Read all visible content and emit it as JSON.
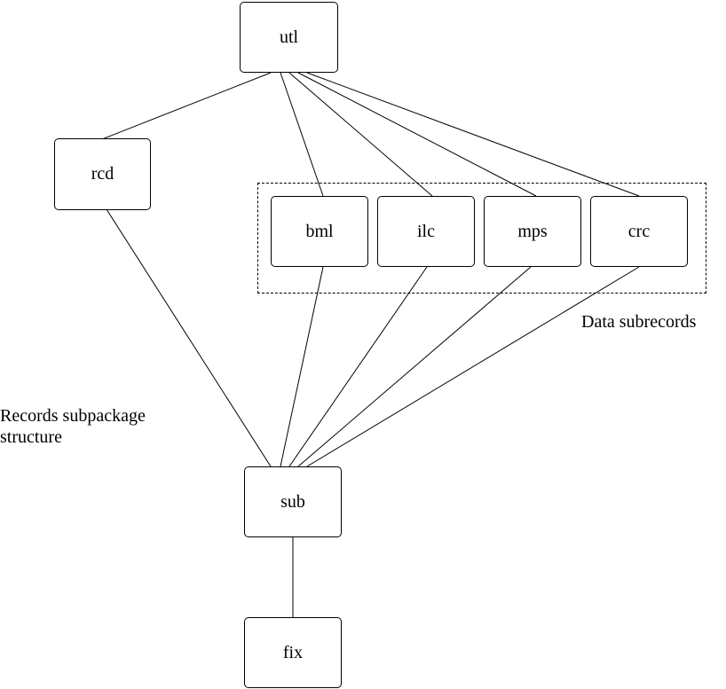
{
  "nodes": {
    "utl": "utl",
    "rcd": "rcd",
    "bml": "bml",
    "ilc": "ilc",
    "mps": "mps",
    "crc": "crc",
    "sub": "sub",
    "fix": "fix"
  },
  "labels": {
    "data_subrecords": "Data subrecords",
    "records_structure_line1": "Records subpackage",
    "records_structure_line2": "structure"
  }
}
